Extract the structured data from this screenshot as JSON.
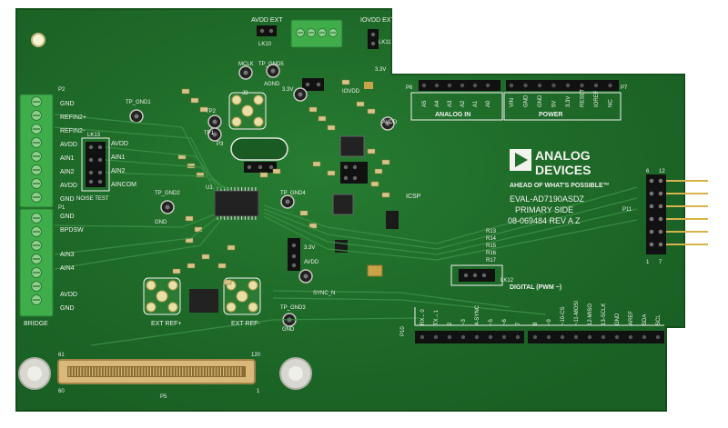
{
  "board": {
    "colors": {
      "pcb": "#1f6e2a",
      "pcb_dark": "#14501c",
      "silk": "#f2f2ee",
      "terminal": "#3fae4a",
      "copper": "#c9a24a",
      "chip": "#222222",
      "header": "#111111"
    },
    "labels": {
      "brand_line1": "ANALOG",
      "brand_line2": "DEVICES",
      "tagline": "AHEAD OF WHAT'S POSSIBLE™",
      "model": "EVAL-AD7190ASDZ",
      "side": "PRIMARY SIDE",
      "revision": "08-069484 REV A Z",
      "analog_in": "ANALOG IN",
      "power": "POWER",
      "digital_pwm": "DIGITAL (PWM ~)",
      "avdd_ext": "AVDD EXT",
      "iovdd_ext": "IOVDD EXT",
      "lk10": "LK10",
      "lk11": "LK11",
      "lk12": "LK12",
      "icsp": "ICSP",
      "noise_test": "NOISE TEST",
      "bridge": "BRIDGE",
      "ext_ref_plus": "EXT REF+",
      "ext_ref_minus": "EXT REF-",
      "sync_n": "SYNC_N",
      "p1": "P1",
      "p2": "P2",
      "p3": "P3",
      "p5": "P5",
      "p6": "P6",
      "p7": "P7",
      "p10": "P10",
      "p11": "P11",
      "u1": "U1",
      "j3": "J3",
      "pin61": "61",
      "pin120": "120",
      "pin60": "60",
      "pin1": "1",
      "lk13": "LK13"
    },
    "left_pins_p2": [
      "GND",
      "REFIN2+",
      "REFIN2-",
      "AVDD",
      "AIN1",
      "AIN2",
      "AVDD",
      "GND"
    ],
    "noise_labels": [
      "AVDD",
      "AIN1",
      "AIN2",
      "AINCOM"
    ],
    "left_pins_p1": [
      "GND",
      "BPDSW",
      "AIN3",
      "AIN4",
      "AVDD",
      "GND"
    ],
    "analog_pins": [
      "A5",
      "A4",
      "A3",
      "A2",
      "A1",
      "A0"
    ],
    "power_pins": [
      "VIN",
      "GND",
      "GND",
      "5V",
      "3.3V",
      "RESET",
      "IOREF",
      "NC"
    ],
    "digital_left": [
      "RX←0",
      "TX→1",
      "2",
      "~3",
      "4-SYNC",
      "~5",
      "~6",
      "7"
    ],
    "digital_right": [
      "8",
      "~9",
      "~10-CS",
      "~11-MOSI",
      "12-MISO",
      "13-SCLK",
      "GND",
      "AREF",
      "SDA",
      "SCL"
    ],
    "tp_labels": {
      "tp_gnd1": "TP_GND1",
      "tp_gnd2": "TP_GND2",
      "tp_gnd3": "TP_GND3",
      "tp_gnd4": "TP_GND4",
      "tp_gnd5": "TP_GND5",
      "mclk": "MCLK",
      "agnd": "AGND",
      "tp1": "TP1",
      "tp2": "TP2",
      "v33_a": "3.3V",
      "v33_b": "3.3V",
      "v33_c": "3.3V",
      "iovdd": "IOVDD",
      "avdd_a": "AVDD",
      "avdd_b": "AVDD",
      "gnd_a": "GND",
      "gnd_b": "GND"
    },
    "r_labels": [
      "R13",
      "R14",
      "R15",
      "R16",
      "R17"
    ],
    "p11_nums": [
      "6",
      "12",
      "1",
      "7"
    ]
  }
}
